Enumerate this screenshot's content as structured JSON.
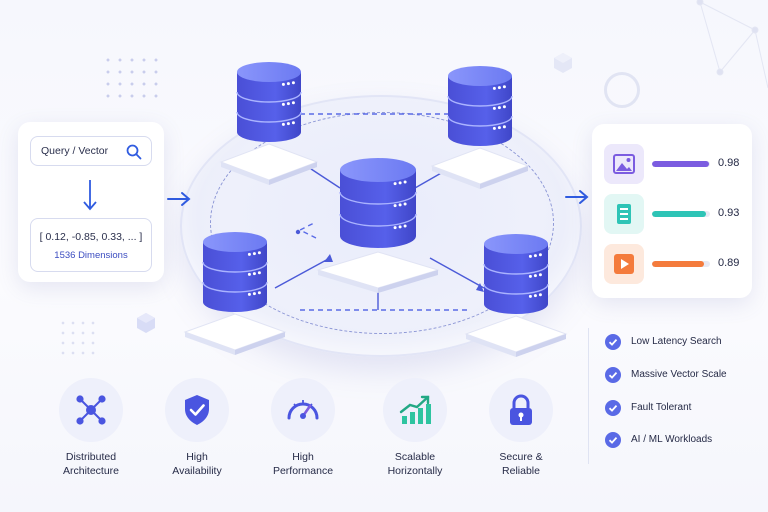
{
  "query": {
    "input_text": "Query / Vector",
    "vector_values": "[ 0.12, -0.85, 0.33, ... ]",
    "dimensions": "1536 Dimensions"
  },
  "results": [
    {
      "type": "image",
      "icon": "image-icon",
      "score": "0.98",
      "fill": 0.98,
      "color": "#7b5ce0",
      "bg": "#ece8fb"
    },
    {
      "type": "document",
      "icon": "document-icon",
      "score": "0.93",
      "fill": 0.93,
      "color": "#2ec4b6",
      "bg": "#e2f7f4"
    },
    {
      "type": "video",
      "icon": "play-icon",
      "score": "0.89",
      "fill": 0.89,
      "color": "#f47b3c",
      "bg": "#fde9dd"
    }
  ],
  "features": [
    {
      "label": "Low Latency Search"
    },
    {
      "label": "Massive Vector Scale"
    },
    {
      "label": "Fault Tolerant"
    },
    {
      "label": "AI / ML Workloads"
    }
  ],
  "capabilities": [
    {
      "line1": "Distributed",
      "line2": "Architecture",
      "icon": "network-icon"
    },
    {
      "line1": "High",
      "line2": "Availability",
      "icon": "shield-check-icon"
    },
    {
      "line1": "High",
      "line2": "Performance",
      "icon": "gauge-icon"
    },
    {
      "line1": "Scalable",
      "line2": "Horizontally",
      "icon": "growth-chart-icon"
    },
    {
      "line1": "Secure &",
      "line2": "Reliable",
      "icon": "lock-icon"
    }
  ],
  "colors": {
    "accent": "#3b4cc0",
    "db_top": "#7a88f5",
    "db_body": "#4a52e0",
    "check": "#5a6ae6"
  }
}
